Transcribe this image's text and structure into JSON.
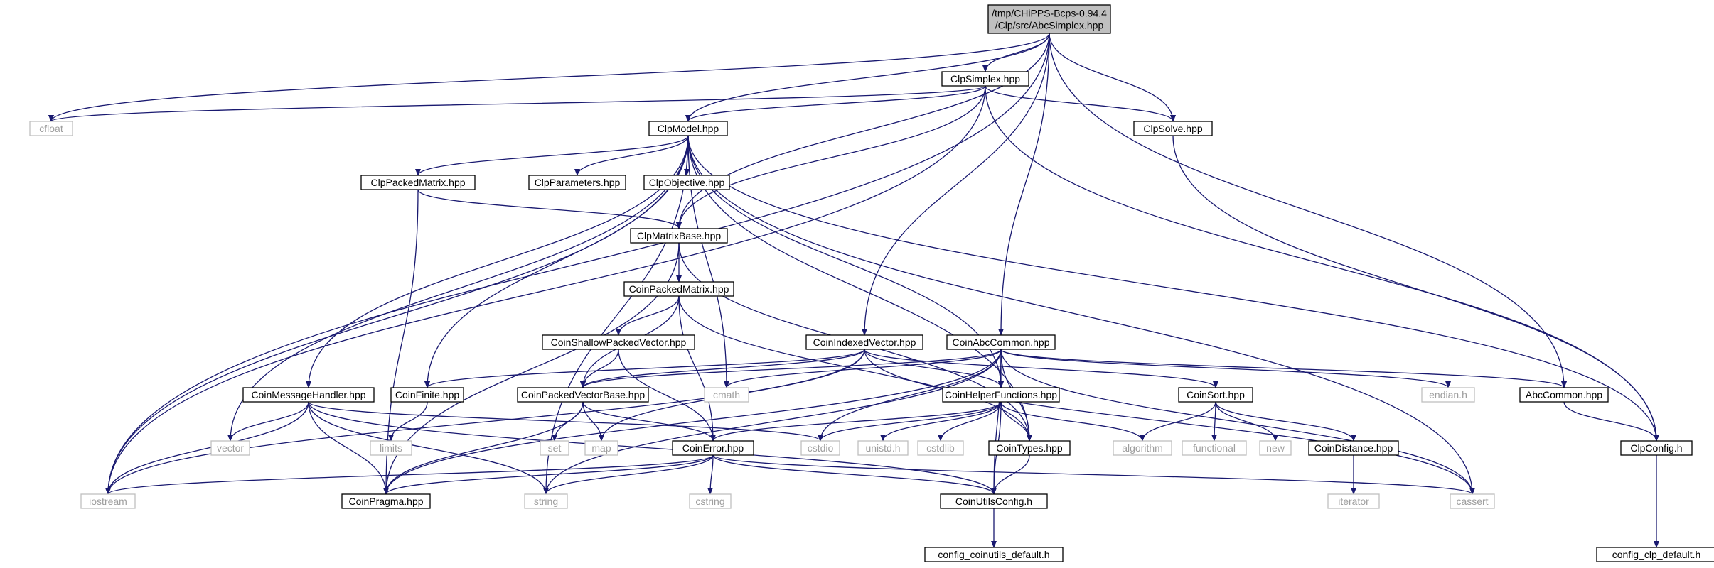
{
  "nodes": [
    {
      "id": "abcsimplex",
      "kind": "root",
      "lines": [
        "/tmp/CHiPPS-Bcps-0.94.4",
        "/Clp/src/AbcSimplex.hpp"
      ]
    },
    {
      "id": "clpsimplex",
      "kind": "normal",
      "lines": [
        "ClpSimplex.hpp"
      ]
    },
    {
      "id": "cfloat",
      "kind": "system",
      "lines": [
        "cfloat"
      ]
    },
    {
      "id": "clpmodel",
      "kind": "normal",
      "lines": [
        "ClpModel.hpp"
      ]
    },
    {
      "id": "clpsolve",
      "kind": "normal",
      "lines": [
        "ClpSolve.hpp"
      ]
    },
    {
      "id": "clppackedmatrix",
      "kind": "normal",
      "lines": [
        "ClpPackedMatrix.hpp"
      ]
    },
    {
      "id": "clpparameters",
      "kind": "normal",
      "lines": [
        "ClpParameters.hpp"
      ]
    },
    {
      "id": "clpobjective",
      "kind": "normal",
      "lines": [
        "ClpObjective.hpp"
      ]
    },
    {
      "id": "clpmatrixbase",
      "kind": "normal",
      "lines": [
        "ClpMatrixBase.hpp"
      ]
    },
    {
      "id": "coinpackedmatrix",
      "kind": "normal",
      "lines": [
        "CoinPackedMatrix.hpp"
      ]
    },
    {
      "id": "coinshallowpackedvector",
      "kind": "normal",
      "lines": [
        "CoinShallowPackedVector.hpp"
      ]
    },
    {
      "id": "coinindexedvector",
      "kind": "normal",
      "lines": [
        "CoinIndexedVector.hpp"
      ]
    },
    {
      "id": "coinabccommon",
      "kind": "normal",
      "lines": [
        "CoinAbcCommon.hpp"
      ]
    },
    {
      "id": "coinmessagehandler",
      "kind": "normal",
      "lines": [
        "CoinMessageHandler.hpp"
      ]
    },
    {
      "id": "coinfinite",
      "kind": "normal",
      "lines": [
        "CoinFinite.hpp"
      ]
    },
    {
      "id": "coinpackedvectorbase",
      "kind": "normal",
      "lines": [
        "CoinPackedVectorBase.hpp"
      ]
    },
    {
      "id": "cmath",
      "kind": "system",
      "lines": [
        "cmath"
      ]
    },
    {
      "id": "coinhelperfunctions",
      "kind": "normal",
      "lines": [
        "CoinHelperFunctions.hpp"
      ]
    },
    {
      "id": "coinsort",
      "kind": "normal",
      "lines": [
        "CoinSort.hpp"
      ]
    },
    {
      "id": "endian",
      "kind": "system",
      "lines": [
        "endian.h"
      ]
    },
    {
      "id": "abccommon",
      "kind": "normal",
      "lines": [
        "AbcCommon.hpp"
      ]
    },
    {
      "id": "vector",
      "kind": "system",
      "lines": [
        "vector"
      ]
    },
    {
      "id": "limits",
      "kind": "system",
      "lines": [
        "limits"
      ]
    },
    {
      "id": "set",
      "kind": "system",
      "lines": [
        "set"
      ]
    },
    {
      "id": "map",
      "kind": "system",
      "lines": [
        "map"
      ]
    },
    {
      "id": "coinerror",
      "kind": "normal",
      "lines": [
        "CoinError.hpp"
      ]
    },
    {
      "id": "cstdio",
      "kind": "system",
      "lines": [
        "cstdio"
      ]
    },
    {
      "id": "unistd",
      "kind": "system",
      "lines": [
        "unistd.h"
      ]
    },
    {
      "id": "cstdlib",
      "kind": "system",
      "lines": [
        "cstdlib"
      ]
    },
    {
      "id": "cointypes",
      "kind": "normal",
      "lines": [
        "CoinTypes.hpp"
      ]
    },
    {
      "id": "algorithm",
      "kind": "system",
      "lines": [
        "algorithm"
      ]
    },
    {
      "id": "functional",
      "kind": "system",
      "lines": [
        "functional"
      ]
    },
    {
      "id": "new",
      "kind": "system",
      "lines": [
        "new"
      ]
    },
    {
      "id": "coindistance",
      "kind": "normal",
      "lines": [
        "CoinDistance.hpp"
      ]
    },
    {
      "id": "clpconfig",
      "kind": "normal",
      "lines": [
        "ClpConfig.h"
      ]
    },
    {
      "id": "iostream",
      "kind": "system",
      "lines": [
        "iostream"
      ]
    },
    {
      "id": "coinpragma",
      "kind": "normal",
      "lines": [
        "CoinPragma.hpp"
      ]
    },
    {
      "id": "string",
      "kind": "system",
      "lines": [
        "string"
      ]
    },
    {
      "id": "cstring",
      "kind": "system",
      "lines": [
        "cstring"
      ]
    },
    {
      "id": "coinutilsconfig",
      "kind": "normal",
      "lines": [
        "CoinUtilsConfig.h"
      ]
    },
    {
      "id": "cassert",
      "kind": "system",
      "lines": [
        "cassert"
      ]
    },
    {
      "id": "iterator",
      "kind": "system",
      "lines": [
        "iterator"
      ]
    },
    {
      "id": "configclpdefault",
      "kind": "normal",
      "lines": [
        "config_clp_default.h"
      ]
    },
    {
      "id": "configcoinutilsdefault",
      "kind": "normal",
      "lines": [
        "config_coinutils_default.h"
      ]
    }
  ],
  "edges": [
    [
      "abcsimplex",
      "clpsimplex"
    ],
    [
      "abcsimplex",
      "cfloat"
    ],
    [
      "abcsimplex",
      "clpmodel"
    ],
    [
      "abcsimplex",
      "clpsolve"
    ],
    [
      "abcsimplex",
      "clpmatrixbase"
    ],
    [
      "abcsimplex",
      "coinindexedvector"
    ],
    [
      "abcsimplex",
      "coinabccommon"
    ],
    [
      "abcsimplex",
      "abccommon"
    ],
    [
      "abcsimplex",
      "iostream"
    ],
    [
      "clpsimplex",
      "cfloat"
    ],
    [
      "clpsimplex",
      "clpmodel"
    ],
    [
      "clpsimplex",
      "clpsolve"
    ],
    [
      "clpsimplex",
      "clpmatrixbase"
    ],
    [
      "clpsimplex",
      "clpconfig"
    ],
    [
      "clpsimplex",
      "iostream"
    ],
    [
      "clpmodel",
      "clppackedmatrix"
    ],
    [
      "clpmodel",
      "clpparameters"
    ],
    [
      "clpmodel",
      "clpobjective"
    ],
    [
      "clpmodel",
      "coinmessagehandler"
    ],
    [
      "clpmodel",
      "coinfinite"
    ],
    [
      "clpmodel",
      "cmath"
    ],
    [
      "clpmodel",
      "coinhelperfunctions"
    ],
    [
      "clpmodel",
      "cointypes"
    ],
    [
      "clpmodel",
      "vector"
    ],
    [
      "clpmodel",
      "string"
    ],
    [
      "clpmodel",
      "iostream"
    ],
    [
      "clpmodel",
      "cassert"
    ],
    [
      "clpmodel",
      "clpconfig"
    ],
    [
      "clppackedmatrix",
      "clpmatrixbase"
    ],
    [
      "clppackedmatrix",
      "coinpragma"
    ],
    [
      "clpmatrixbase",
      "coinpackedmatrix"
    ],
    [
      "clpmatrixbase",
      "cointypes"
    ],
    [
      "clpmatrixbase",
      "coinpragma"
    ],
    [
      "coinpackedmatrix",
      "coinshallowpackedvector"
    ],
    [
      "coinpackedmatrix",
      "coinpackedvectorbase"
    ],
    [
      "coinpackedmatrix",
      "coinerror"
    ],
    [
      "coinpackedmatrix",
      "cointypes"
    ],
    [
      "coinshallowpackedvector",
      "coinpackedvectorbase"
    ],
    [
      "coinshallowpackedvector",
      "coinerror"
    ],
    [
      "coinindexedvector",
      "coinfinite"
    ],
    [
      "coinindexedvector",
      "coinpackedvectorbase"
    ],
    [
      "coinindexedvector",
      "coinhelperfunctions"
    ],
    [
      "coinindexedvector",
      "coinsort"
    ],
    [
      "coinindexedvector",
      "map"
    ],
    [
      "coinindexedvector",
      "iostream"
    ],
    [
      "coinindexedvector",
      "cassert"
    ],
    [
      "coinabccommon",
      "coinpackedvectorbase"
    ],
    [
      "coinabccommon",
      "cmath"
    ],
    [
      "coinabccommon",
      "coinhelperfunctions"
    ],
    [
      "coinabccommon",
      "endian"
    ],
    [
      "coinabccommon",
      "abccommon"
    ],
    [
      "coinabccommon",
      "cstdio"
    ],
    [
      "coinabccommon",
      "string"
    ],
    [
      "coinabccommon",
      "coinpragma"
    ],
    [
      "coinabccommon",
      "coinutilsconfig"
    ],
    [
      "coinabccommon",
      "cassert"
    ],
    [
      "coinabccommon",
      "cointypes"
    ],
    [
      "coinmessagehandler",
      "vector"
    ],
    [
      "coinmessagehandler",
      "cstdio"
    ],
    [
      "coinmessagehandler",
      "iostream"
    ],
    [
      "coinmessagehandler",
      "coinpragma"
    ],
    [
      "coinmessagehandler",
      "string"
    ],
    [
      "coinmessagehandler",
      "coinutilsconfig"
    ],
    [
      "coinfinite",
      "limits"
    ],
    [
      "coinpackedvectorbase",
      "set"
    ],
    [
      "coinpackedvectorbase",
      "map"
    ],
    [
      "coinpackedvectorbase",
      "coinerror"
    ],
    [
      "coinpackedvectorbase",
      "coinpragma"
    ],
    [
      "coinhelperfunctions",
      "coinerror"
    ],
    [
      "coinhelperfunctions",
      "cstdio"
    ],
    [
      "coinhelperfunctions",
      "unistd"
    ],
    [
      "coinhelperfunctions",
      "cstdlib"
    ],
    [
      "coinhelperfunctions",
      "cointypes"
    ],
    [
      "coinhelperfunctions",
      "algorithm"
    ],
    [
      "coinhelperfunctions",
      "coinutilsconfig"
    ],
    [
      "coinsort",
      "algorithm"
    ],
    [
      "coinsort",
      "functional"
    ],
    [
      "coinsort",
      "new"
    ],
    [
      "coinsort",
      "coindistance"
    ],
    [
      "abccommon",
      "clpconfig"
    ],
    [
      "coinerror",
      "iostream"
    ],
    [
      "coinerror",
      "coinpragma"
    ],
    [
      "coinerror",
      "string"
    ],
    [
      "coinerror",
      "cstring"
    ],
    [
      "coinerror",
      "coinutilsconfig"
    ],
    [
      "coinerror",
      "cassert"
    ],
    [
      "cointypes",
      "coinutilsconfig"
    ],
    [
      "coindistance",
      "iterator"
    ],
    [
      "clpsolve",
      "clpconfig"
    ],
    [
      "clpconfig",
      "configclpdefault"
    ],
    [
      "coinutilsconfig",
      "configcoinutilsdefault"
    ]
  ]
}
